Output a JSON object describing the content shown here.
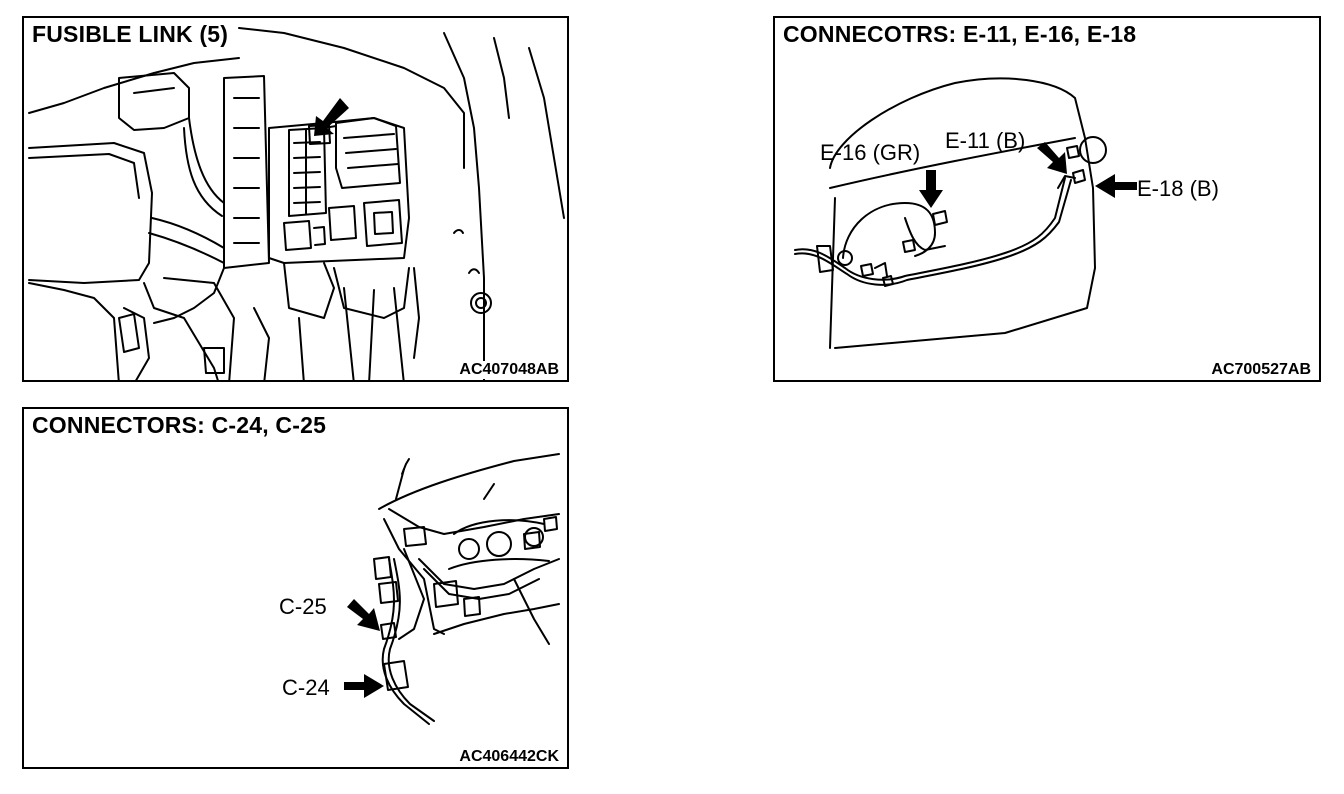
{
  "panels": [
    {
      "title": "FUSIBLE LINK (5)",
      "ref": "AC407048AB"
    },
    {
      "title": "CONNECOTRS: E-11, E-16, E-18",
      "ref": "AC700527AB",
      "labels": {
        "e16": "E-16 (GR)",
        "e11": "E-11 (B)",
        "e18": "E-18 (B)"
      }
    },
    {
      "title": "CONNECTORS: C-24, C-25",
      "ref": "AC406442CK",
      "labels": {
        "c25": "C-25",
        "c24": "C-24"
      }
    }
  ]
}
